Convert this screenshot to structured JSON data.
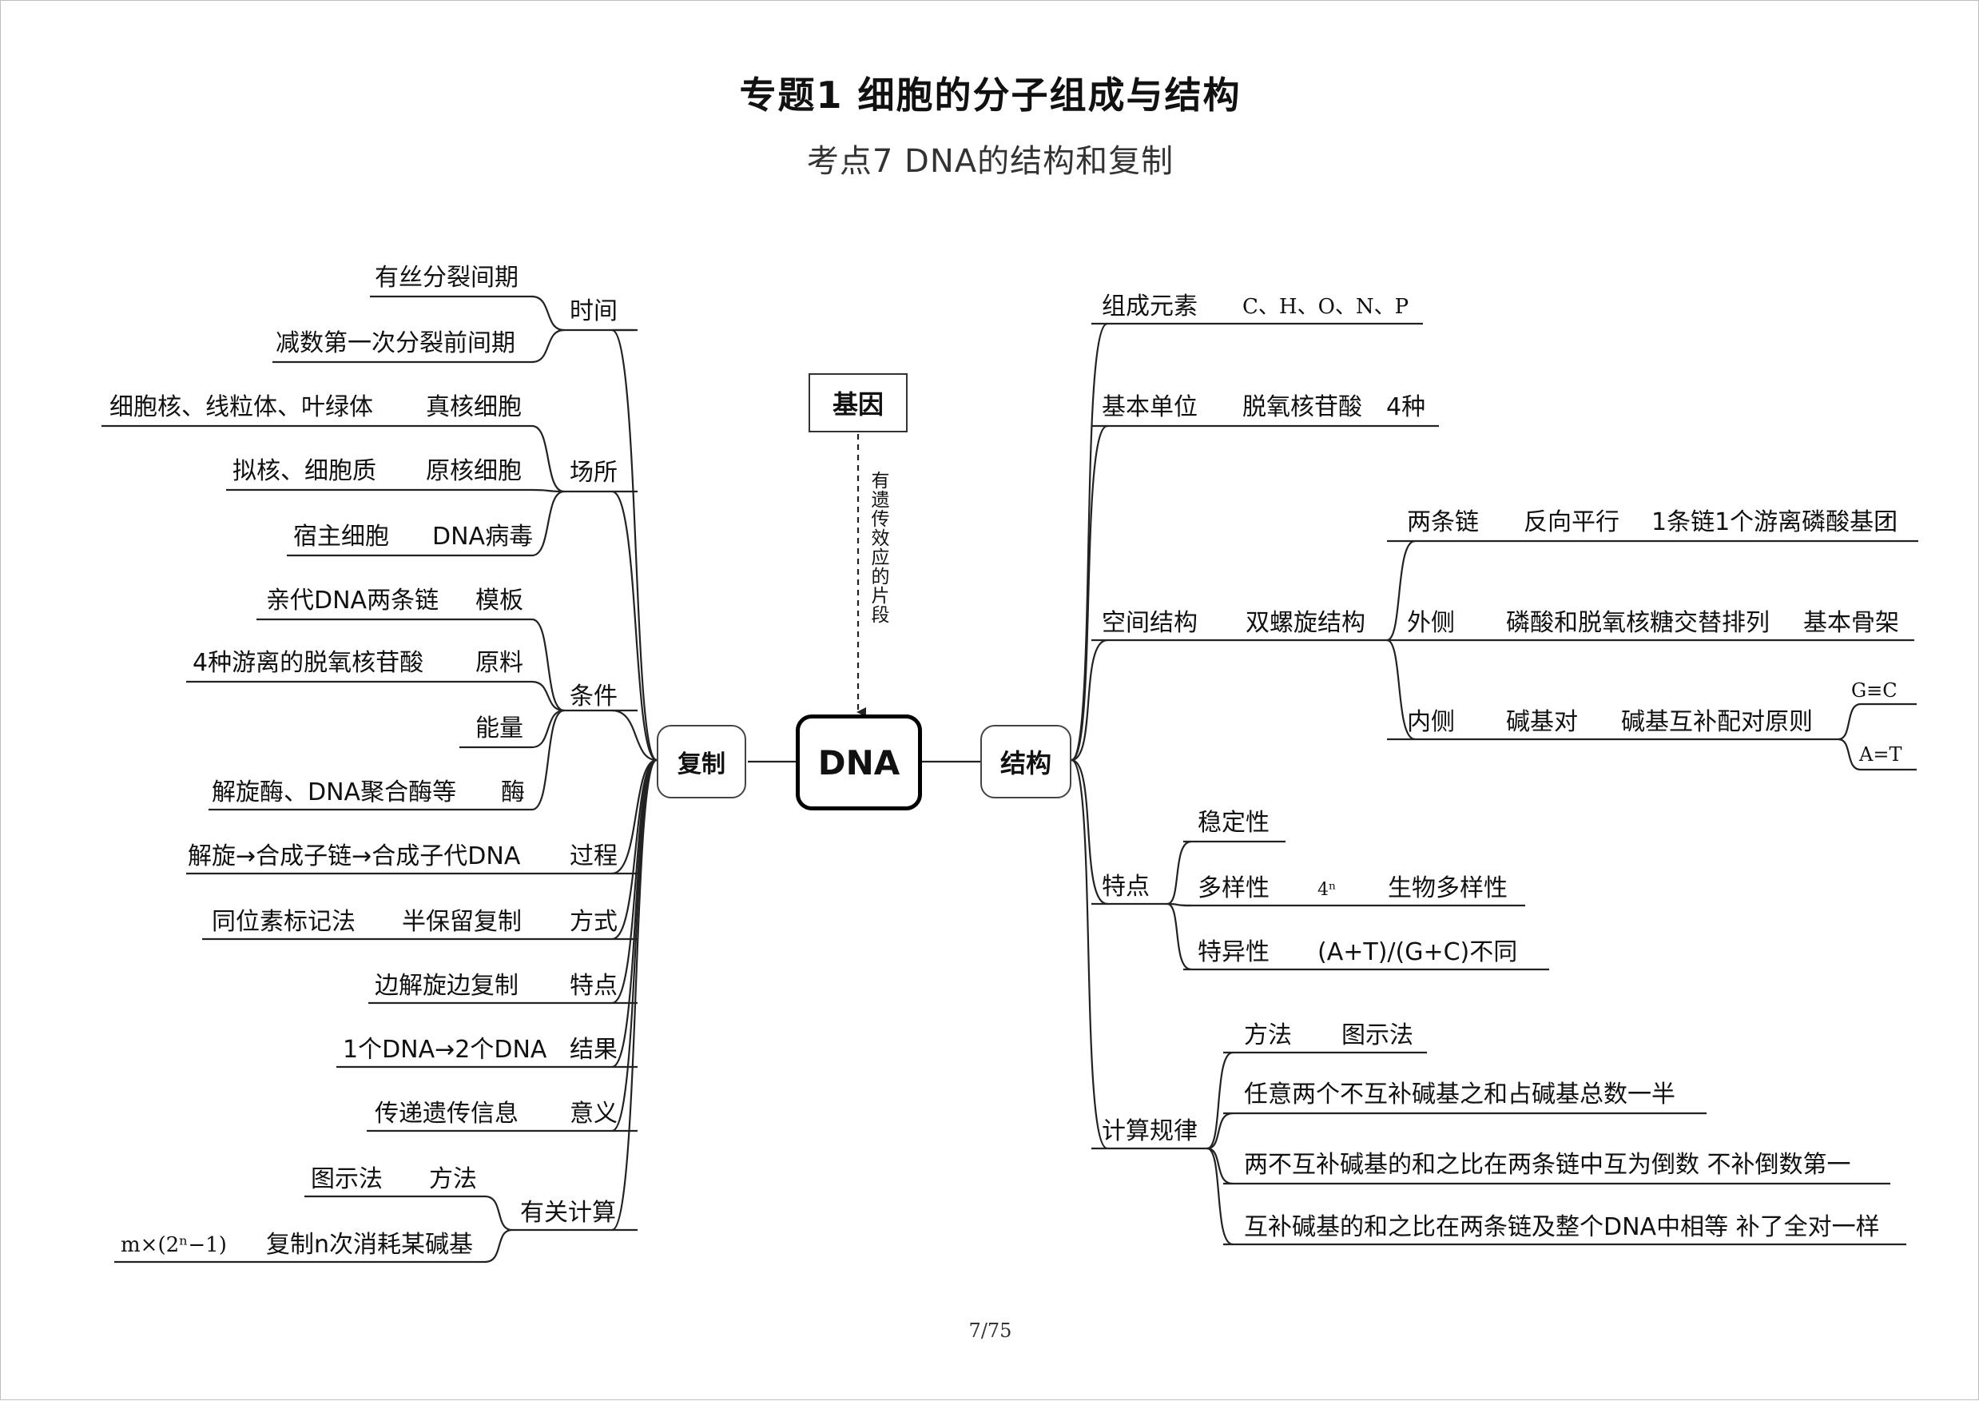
{
  "title": "专题1 细胞的分子组成与结构",
  "subtitle": "考点7 DNA的结构和复制",
  "page_number": "7/75",
  "center": "DNA",
  "gene": "基因",
  "gene_link": "有遗传效应的片段",
  "replication": {
    "label": "复制",
    "time": {
      "label": "时间",
      "items": [
        "有丝分裂间期",
        "减数第一次分裂前间期"
      ]
    },
    "location": {
      "label": "场所",
      "items": [
        {
          "detail": "细胞核、线粒体、叶绿体",
          "key": "真核细胞"
        },
        {
          "detail": "拟核、细胞质",
          "key": "原核细胞"
        },
        {
          "detail": "宿主细胞",
          "key": "DNA病毒"
        }
      ]
    },
    "conditions": {
      "label": "条件",
      "items": [
        {
          "detail": "亲代DNA两条链",
          "key": "模板"
        },
        {
          "detail": "4种游离的脱氧核苷酸",
          "key": "原料"
        },
        {
          "detail": "",
          "key": "能量"
        },
        {
          "detail": "解旋酶、DNA聚合酶等",
          "key": "酶"
        }
      ]
    },
    "process": {
      "label": "过程",
      "detail": "解旋→合成子链→合成子代DNA"
    },
    "mode": {
      "label": "方式",
      "detail": "同位素标记法",
      "key": "半保留复制"
    },
    "feature": {
      "label": "特点",
      "detail": "边解旋边复制"
    },
    "result": {
      "label": "结果",
      "detail": "1个DNA→2个DNA"
    },
    "significance": {
      "label": "意义",
      "detail": "传递遗传信息"
    },
    "calc": {
      "label": "有关计算",
      "items": [
        {
          "detail": "图示法",
          "key": "方法"
        },
        {
          "detail": "m×(2ⁿ−1)",
          "key": "复制n次消耗某碱基"
        }
      ]
    }
  },
  "structure": {
    "label": "结构",
    "elements": {
      "label": "组成元素",
      "value": "C、H、O、N、P"
    },
    "unit": {
      "label": "基本单位",
      "value": "脱氧核苷酸",
      "extra": "4种"
    },
    "spatial": {
      "label": "空间结构",
      "value": "双螺旋结构",
      "two_chains": {
        "label": "两条链",
        "a": "反向平行",
        "b": "1条链1个游离磷酸基团"
      },
      "outside": {
        "label": "外侧",
        "a": "磷酸和脱氧核糖交替排列",
        "b": "基本骨架"
      },
      "inside": {
        "label": "内侧",
        "a": "碱基对",
        "b": "碱基互补配对原则",
        "pairs": [
          "G≡C",
          "A=T"
        ]
      }
    },
    "features": {
      "label": "特点",
      "stability": "稳定性",
      "diversity": {
        "label": "多样性",
        "a": "4ⁿ",
        "b": "生物多样性"
      },
      "specificity": {
        "label": "特异性",
        "a": "(A+T)/(G+C)不同"
      }
    },
    "calc": {
      "label": "计算规律",
      "method": {
        "label": "方法",
        "value": "图示法"
      },
      "rules": [
        "任意两个不互补碱基之和占碱基总数一半",
        "两不互补碱基的和之比在两条链中互为倒数 不补倒数第一",
        "互补碱基的和之比在两条链及整个DNA中相等 补了全对一样"
      ]
    }
  }
}
